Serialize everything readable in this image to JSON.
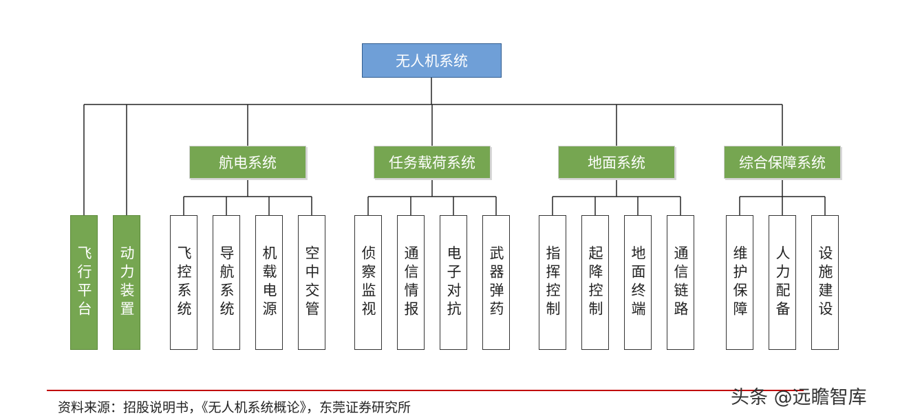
{
  "root": "无人机系统",
  "platform_items": [
    "飞行平台",
    "动力装置"
  ],
  "categories": [
    {
      "label": "航电系统",
      "children": [
        "飞控系统",
        "导航系统",
        "机载电源",
        "空中交管"
      ]
    },
    {
      "label": "任务载荷系统",
      "children": [
        "侦察监视",
        "通信情报",
        "电子对抗",
        "武器弹药"
      ]
    },
    {
      "label": "地面系统",
      "children": [
        "指挥控制",
        "起降控制",
        "地面终端",
        "通信链路"
      ]
    },
    {
      "label": "综合保障系统",
      "children": [
        "维护保障",
        "人力配备",
        "设施建设"
      ]
    }
  ],
  "footer": {
    "source": "资料来源：招股说明书，《无人机系统概论》，东莞证券研究所",
    "watermark": "头条 @远瞻智库"
  },
  "colors": {
    "root_fill": "#6f9fd7",
    "node_green": "#76a651",
    "rule_red": "#c00000"
  }
}
